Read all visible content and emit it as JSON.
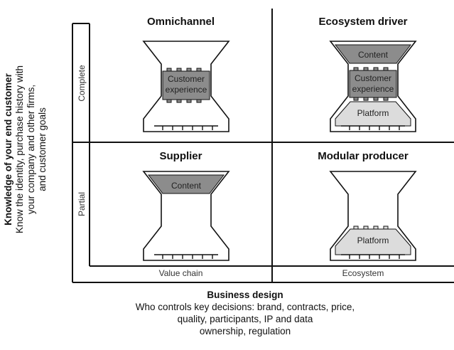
{
  "y_axis": {
    "title": "Knowledge of your end customer",
    "lines": [
      "Know the identity, purchase history with",
      "your company and other firms,",
      "and customer goals"
    ]
  },
  "x_axis": {
    "title": "Business design",
    "lines": [
      "Who controls key decisions: brand, contracts, price,",
      "quality, participants, IP and data",
      "ownership, regulation"
    ]
  },
  "rows": {
    "top": "Complete",
    "bottom": "Partial"
  },
  "columns": {
    "left": "Value chain",
    "right": "Ecosystem"
  },
  "quadrants": {
    "omnichannel": {
      "title": "Omnichannel",
      "middle": [
        "Customer",
        "experience"
      ]
    },
    "ecosystem_driver": {
      "title": "Ecosystem driver",
      "top": "Content",
      "middle": [
        "Customer",
        "experience"
      ],
      "bottom": "Platform"
    },
    "supplier": {
      "title": "Supplier",
      "top": "Content"
    },
    "modular_producer": {
      "title": "Modular producer",
      "bottom": "Platform"
    }
  },
  "colors": {
    "dark_fill": "#8c8c8c",
    "light_fill": "#dcdcdc",
    "line": "#111111"
  }
}
